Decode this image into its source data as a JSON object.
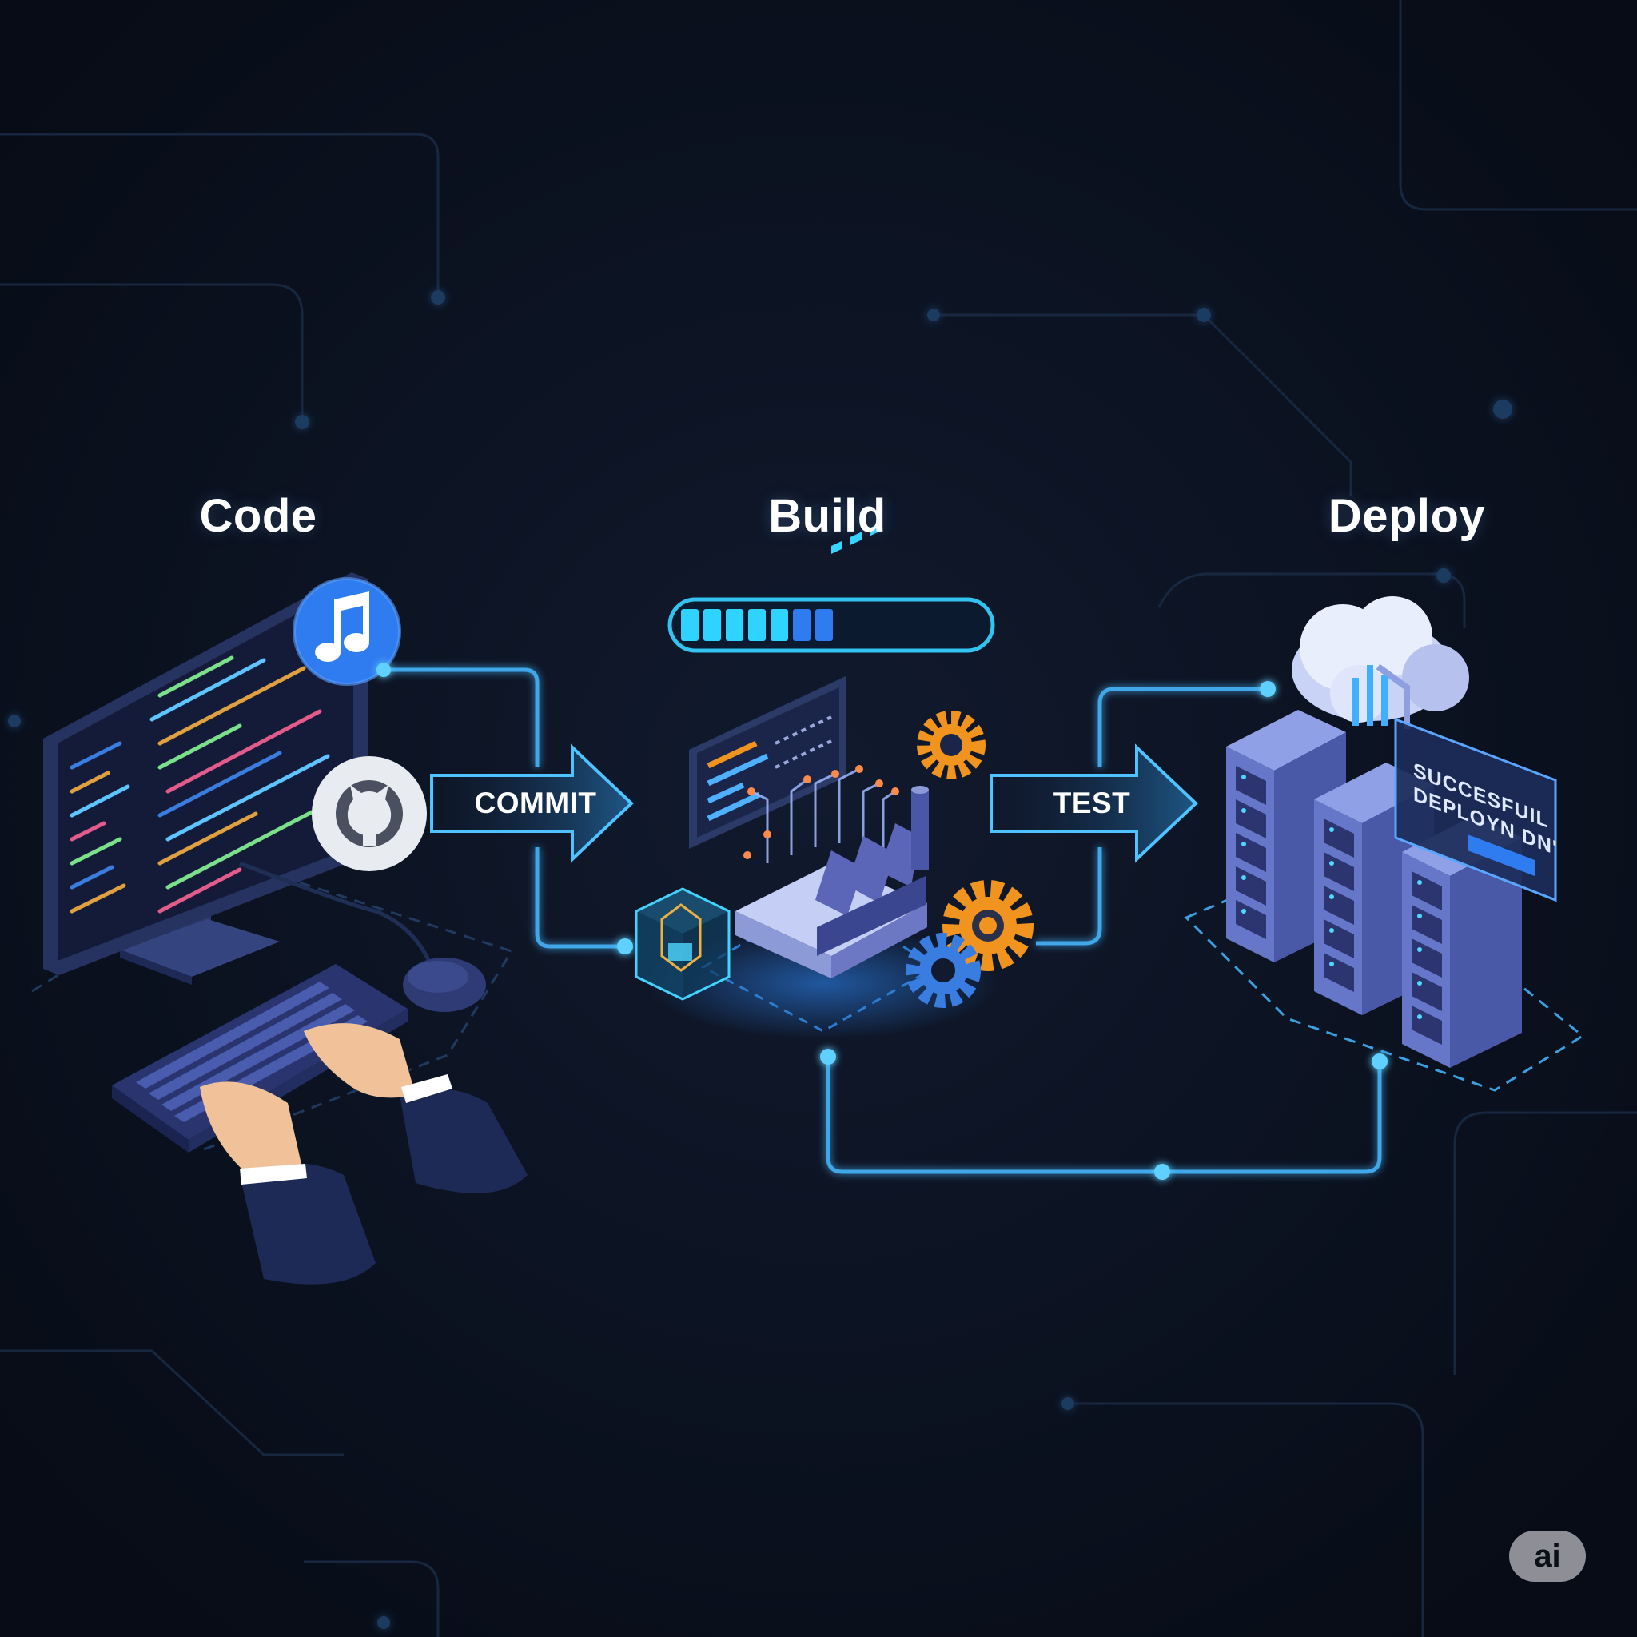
{
  "stages": {
    "code": {
      "title": "Code"
    },
    "build": {
      "title": "Build",
      "progress": 0.55
    },
    "deploy": {
      "title": "Deploy",
      "screen_line1": "SUCCESFUIL",
      "screen_line2": "DEPLOYN DN'"
    }
  },
  "arrows": {
    "commit": {
      "label": "COMMIT"
    },
    "test": {
      "label": "TEST"
    }
  },
  "badge": {
    "label": "ai"
  },
  "icons": [
    "music-note-icon",
    "github-icon",
    "gear-icon",
    "cloud-icon",
    "server-rack-icon",
    "factory-icon"
  ],
  "colors": {
    "background": "#0b1220",
    "accent_cyan": "#2fd3ff",
    "connector": "#3fa7e8",
    "brand_blue": "#2f7bf0",
    "gear_orange": "#f0931f",
    "server_blue": "#6f7fd0"
  }
}
